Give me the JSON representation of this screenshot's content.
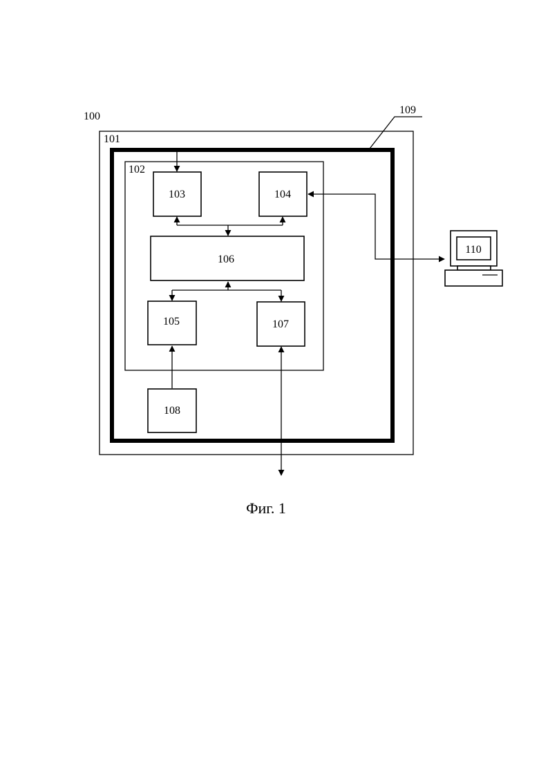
{
  "labels": {
    "l100": "100",
    "l101": "101",
    "l102": "102",
    "l103": "103",
    "l104": "104",
    "l105": "105",
    "l106": "106",
    "l107": "107",
    "l108": "108",
    "l109": "109",
    "l110": "110"
  },
  "caption": "Фиг. 1",
  "colors": {
    "ink": "#000000",
    "paper": "#ffffff"
  },
  "icons": {
    "computer": "computer-terminal-icon"
  }
}
